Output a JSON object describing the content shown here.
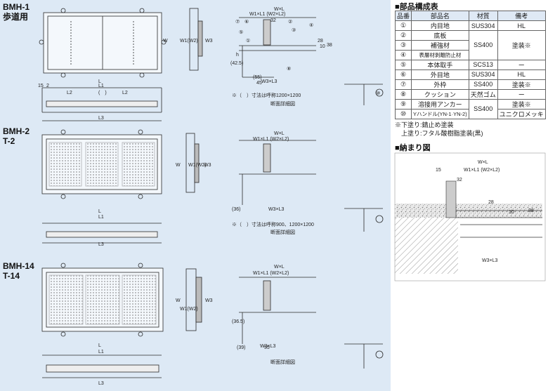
{
  "models": [
    {
      "line1": "BMH-1",
      "line2": "歩道用"
    },
    {
      "line1": "BMH-2",
      "line2": "T-2"
    },
    {
      "line1": "BMH-14",
      "line2": "T-14"
    }
  ],
  "dims": {
    "dim15": "15",
    "dim2": "2",
    "dimL": "L",
    "dimL1": "L1",
    "dimL2": "L2",
    "dimL3": "L3",
    "paren": "(　)",
    "dimW": "W",
    "dimW1": "W1(W2)",
    "dimW3": "W3",
    "dimWxL": "W×L",
    "dimW1L1": "W1×L1 (W2×L2)",
    "dimW3L3": "W3×L3",
    "dimh": "h",
    "dim425": "(42.5)",
    "dim365": "(36.5)",
    "dim55": "(55)",
    "dim45": "45",
    "dim55b": "55",
    "dim36": "(36)",
    "dim39": "(39)",
    "dim32": "32",
    "dim28": "28",
    "dim10": "10",
    "dim38": "38",
    "callouts": [
      "⑦",
      "⑥",
      "⑤",
      "①",
      "②",
      "③",
      "④",
      "⑧",
      "⑩"
    ],
    "note1": "※（　）寸法は呼称1200×1200",
    "note2": "※（　）寸法は呼称900、1200×1200",
    "detail_label": "断面詳細図"
  },
  "parts_title": "■部品構成表",
  "parts_headers": [
    "品番",
    "部品名",
    "材質",
    "備考"
  ],
  "parts": [
    {
      "no": "①",
      "name": "内目地",
      "material": "SUS304",
      "remark": "HL"
    },
    {
      "no": "②",
      "name": "底板",
      "material": "SS400",
      "remark": "塗装※"
    },
    {
      "no": "③",
      "name": "補強材",
      "material": "",
      "remark": ""
    },
    {
      "no": "④",
      "name": "表層材剥離防止材",
      "material": "",
      "remark": ""
    },
    {
      "no": "⑤",
      "name": "本体取手",
      "material": "SCS13",
      "remark": "ー"
    },
    {
      "no": "⑥",
      "name": "外目地",
      "material": "SUS304",
      "remark": "HL"
    },
    {
      "no": "⑦",
      "name": "外枠",
      "material": "SS400",
      "remark": "塗装※"
    },
    {
      "no": "⑧",
      "name": "クッション",
      "material": "天然ゴム",
      "remark": "ー"
    },
    {
      "no": "⑨",
      "name": "溶接用アンカー",
      "material": "SS400",
      "remark": "塗装※"
    },
    {
      "no": "⑩",
      "name": "Yハンドル(YN-1·YN-2)",
      "material": "",
      "remark": "ユニクロメッキ"
    }
  ],
  "notes": [
    "※下塗り:錆止め塗装",
    "　上塗り:フタル酸樹脂塗装(黒)"
  ],
  "fit_title": "■納まり図",
  "colors": {
    "panel": "#dde9f5",
    "line": "#2a2a2a",
    "header": "#dfe9f5"
  }
}
